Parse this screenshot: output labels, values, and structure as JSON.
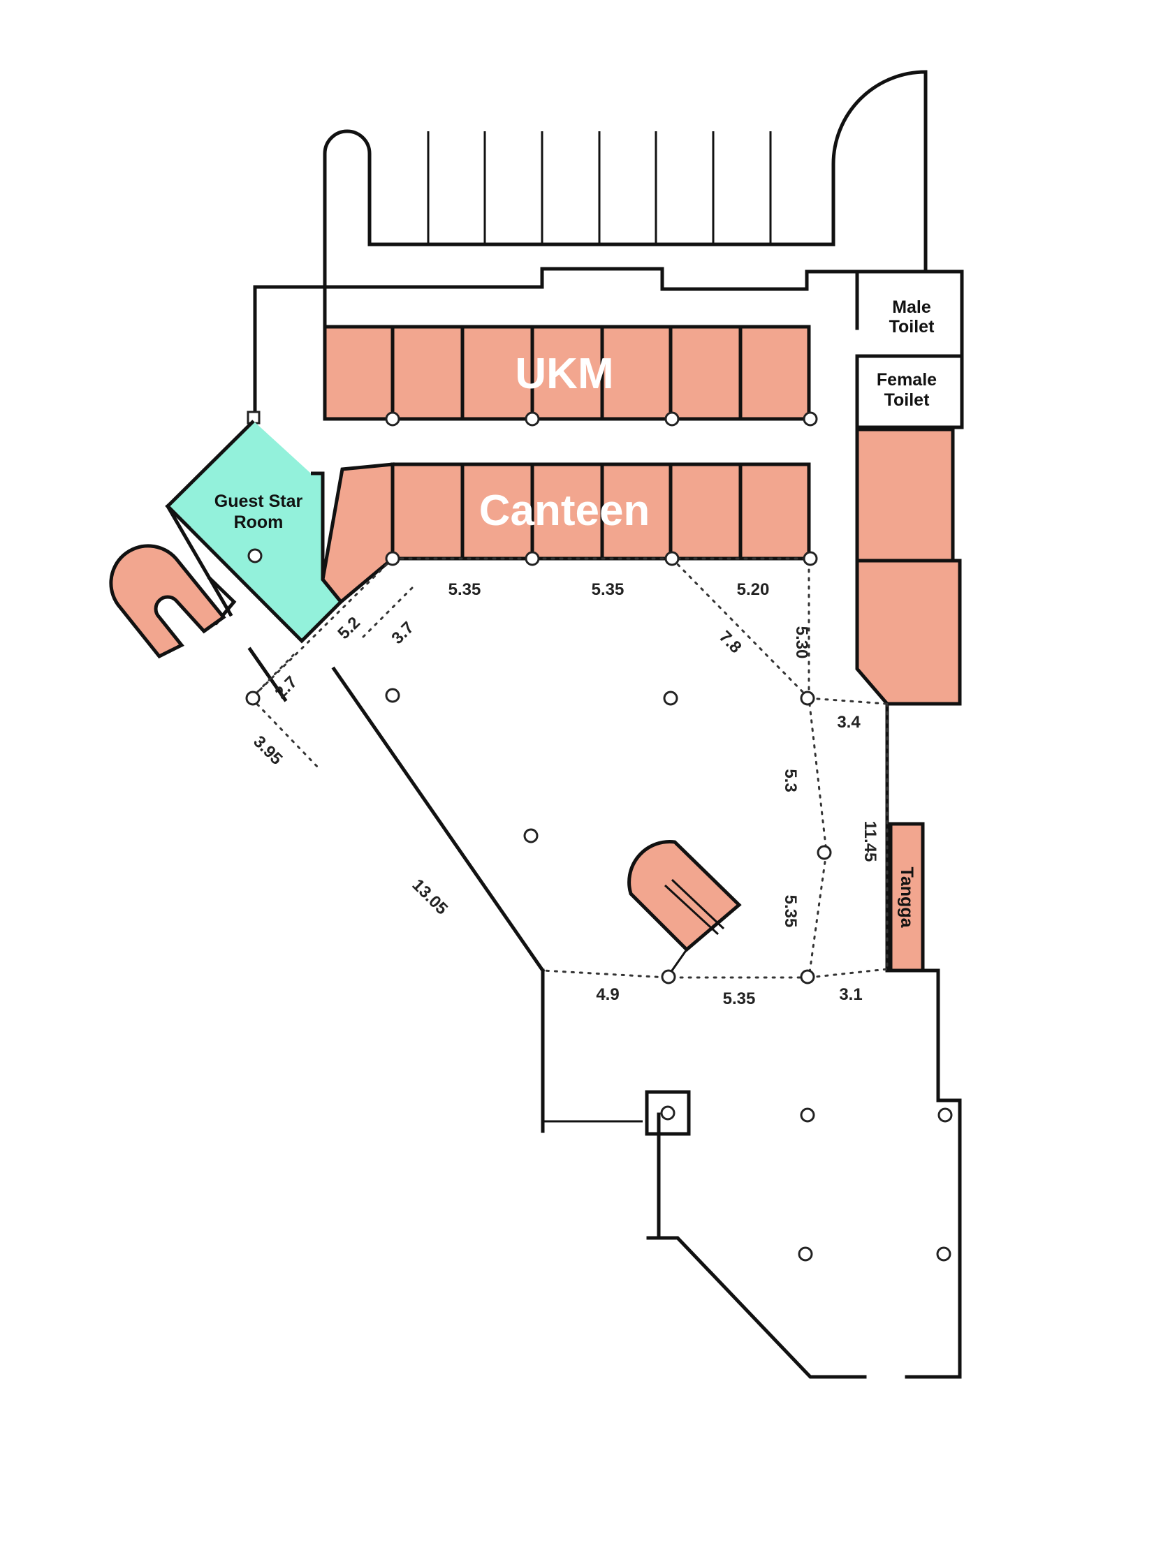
{
  "colors": {
    "stall_fill": "#F2A68F",
    "guest_room_fill": "#93F1DB",
    "wall": "#111111",
    "dotted_boundary": "#333333",
    "background": "#FFFFFF"
  },
  "areas": {
    "ukm": "UKM",
    "canteen": "Canteen",
    "guest_star_room_line1": "Guest Star",
    "guest_star_room_line2": "Room",
    "male_toilet_line1": "Male",
    "male_toilet_line2": "Toilet",
    "female_toilet_line1": "Female",
    "female_toilet_line2": "Toilet",
    "tangga": "Tangga"
  },
  "measurements": {
    "top_1": "5.35",
    "top_2": "5.35",
    "top_3": "5.20",
    "left_1": "5.2",
    "left_2": "3.7",
    "left_3": "2.7",
    "left_4": "3.95",
    "diag_right": "7.8",
    "right_upper": "5.30",
    "right_short": "3.4",
    "right_mid": "5.3",
    "right_long": "11.45",
    "right_lower": "5.35",
    "diag_long": "13.05",
    "bottom_1": "4.9",
    "bottom_2": "5.35",
    "bottom_3": "3.1"
  }
}
